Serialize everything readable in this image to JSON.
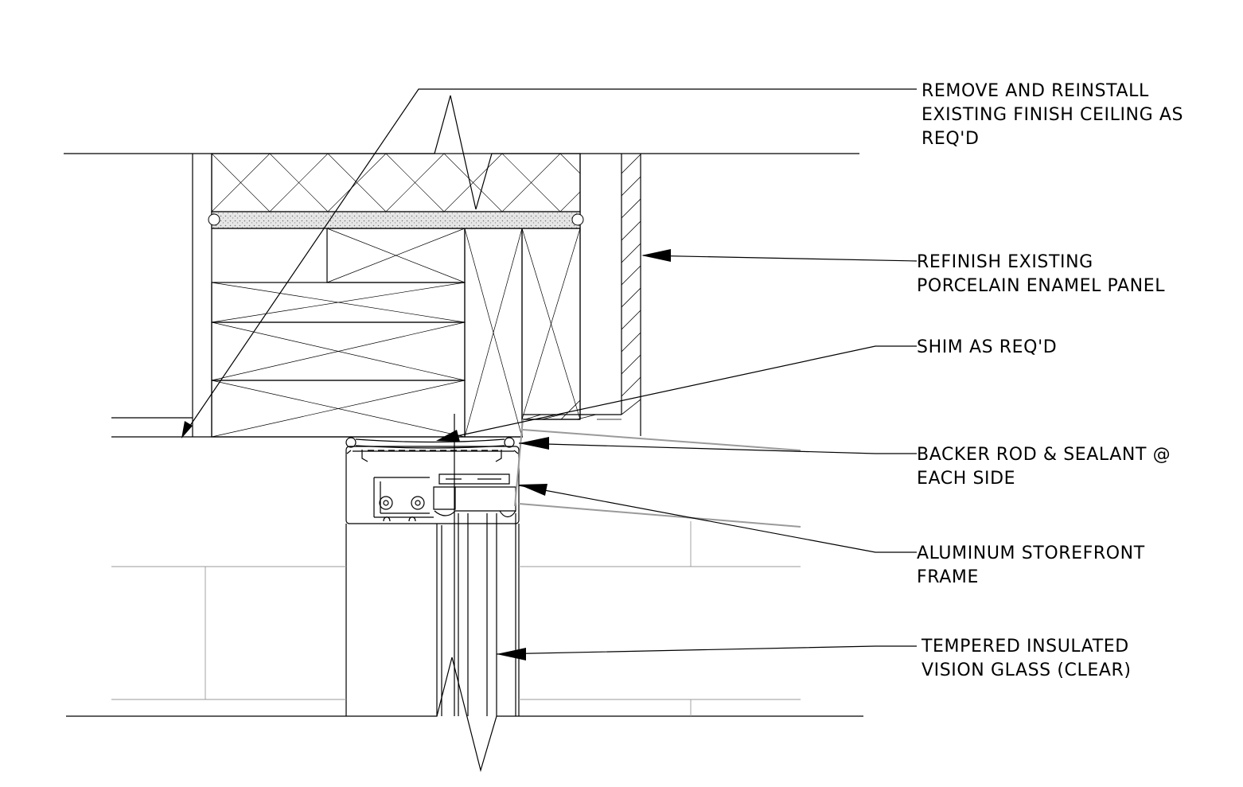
{
  "callouts": [
    {
      "id": "ceiling",
      "lines": [
        "REMOVE AND REINSTALL",
        "EXISTING FINISH CEILING AS",
        "REQ'D"
      ]
    },
    {
      "id": "panel",
      "lines": [
        "REFINISH EXISTING",
        "PORCELAIN ENAMEL PANEL"
      ]
    },
    {
      "id": "shim",
      "lines": [
        "SHIM AS REQ'D"
      ]
    },
    {
      "id": "sealant",
      "lines": [
        "BACKER ROD & SEALANT @",
        "EACH SIDE"
      ]
    },
    {
      "id": "frame",
      "lines": [
        "ALUMINUM STOREFRONT",
        "FRAME"
      ]
    },
    {
      "id": "glass",
      "lines": [
        "TEMPERED INSULATED",
        "VISION GLASS (CLEAR)"
      ]
    }
  ],
  "colors": {
    "line": "#000000",
    "light_line": "#9a9a9a",
    "sand": "#c8c8c8"
  }
}
